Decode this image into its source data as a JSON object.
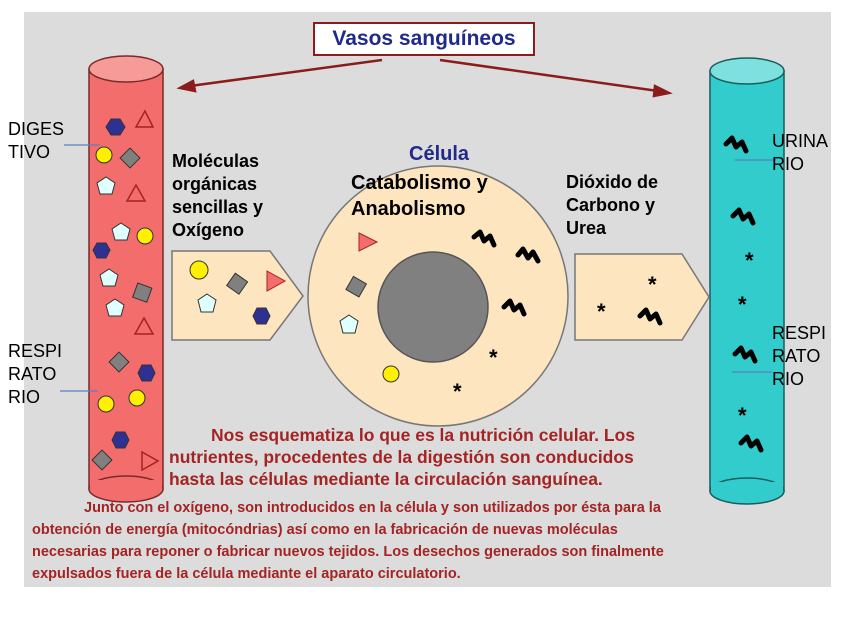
{
  "title": "Vasos sanguíneos",
  "left_vessel": {
    "label_top": "DIGES\nTIVO",
    "label_bottom": "RESPI\nRATO\nRIO"
  },
  "right_vessel": {
    "label_top": "URINA\nRIO",
    "label_bottom": "RESPI\nRATO\nRIO"
  },
  "arrow_in_label": "Moléculas\norgánicas\nsencillas y\nOxígeno",
  "cell": {
    "title": "Célula",
    "process": "Catabolismo y\nAnabolismo"
  },
  "arrow_out_label": "Dióxido de\nCarbono y\nUrea",
  "caption_main": "Nos esquematiza lo que es la nutrición celular. Los\nnutrientes, procedentes de la digestión son conducidos\nhasta las células mediante la circulación sanguínea.",
  "caption_detail": "Junto con el oxígeno, son introducidos en la célula y son utilizados por ésta para la\nobtención de energía (mitocóndrias) así como en la fabricación de nuevas moléculas\nnecesarias para reponer o fabricar nuevos tejidos. Los desechos generados son finalmente\nexpulsados fuera de la célula mediante el aparato circulatorio.",
  "colors": {
    "slide_bg": "#dcdcdc",
    "left_vessel": "#f26d6b",
    "right_vessel": "#33cccc",
    "cell": "#fde5c0",
    "nucleus": "#808080",
    "title_text": "#1f2a8a",
    "caption_text": "#a42323",
    "hexagon": "#2e3192",
    "circle": "#ffef00",
    "square": "#808080",
    "pentagon": "#e0ffff"
  }
}
